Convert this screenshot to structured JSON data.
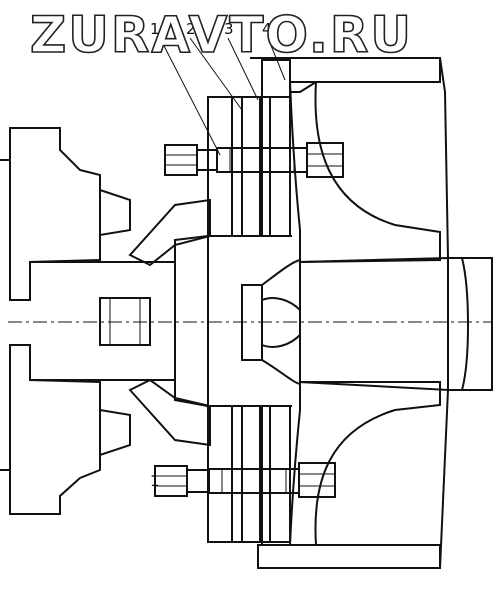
{
  "watermark": {
    "text": "ZURAVTO.RU"
  },
  "callouts": [
    {
      "label": "1"
    },
    {
      "label": "2"
    },
    {
      "label": "3"
    },
    {
      "label": "4"
    }
  ],
  "bottom_callout": {
    "label": "1"
  }
}
